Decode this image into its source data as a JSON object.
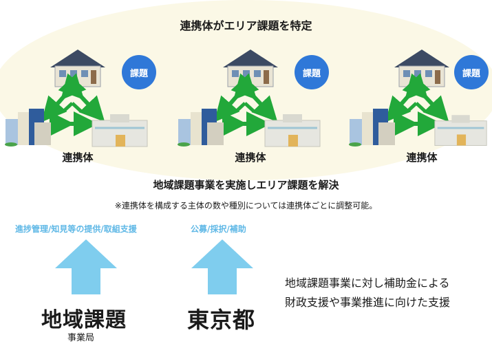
{
  "diagram": {
    "title": "連携体がエリア課題を特定",
    "groups": [
      {
        "badge": "課題",
        "label": "連携体"
      },
      {
        "badge": "課題",
        "label": "連携体"
      },
      {
        "badge": "課題",
        "label": "連携体"
      }
    ],
    "solve_text": "地域課題事業を実施しエリア課題を解決",
    "note": "※連携体を構成する主体の数や種別については連携体ごとに調整可能。"
  },
  "left_support": {
    "caption": "進捗管理/知見等の提供/取組支援",
    "org_name": "地域課題",
    "org_sub": "事業局"
  },
  "right_support": {
    "caption": "公募/採択/補助",
    "org_name": "東京都"
  },
  "side_text": {
    "line1": "地域課題事業に対し補助金による",
    "line2": "財政支援や事業推進に向けた支援"
  },
  "colors": {
    "badge_blue": "#2f78d8",
    "arrow_green": "#22a83a",
    "arrow_light_blue": "#7fcdee",
    "ellipse_bg": "#fbf8e6"
  },
  "icons": [
    "house-icon",
    "office-buildings-icon",
    "hospital-icon",
    "bidirectional-arrow-icon"
  ]
}
